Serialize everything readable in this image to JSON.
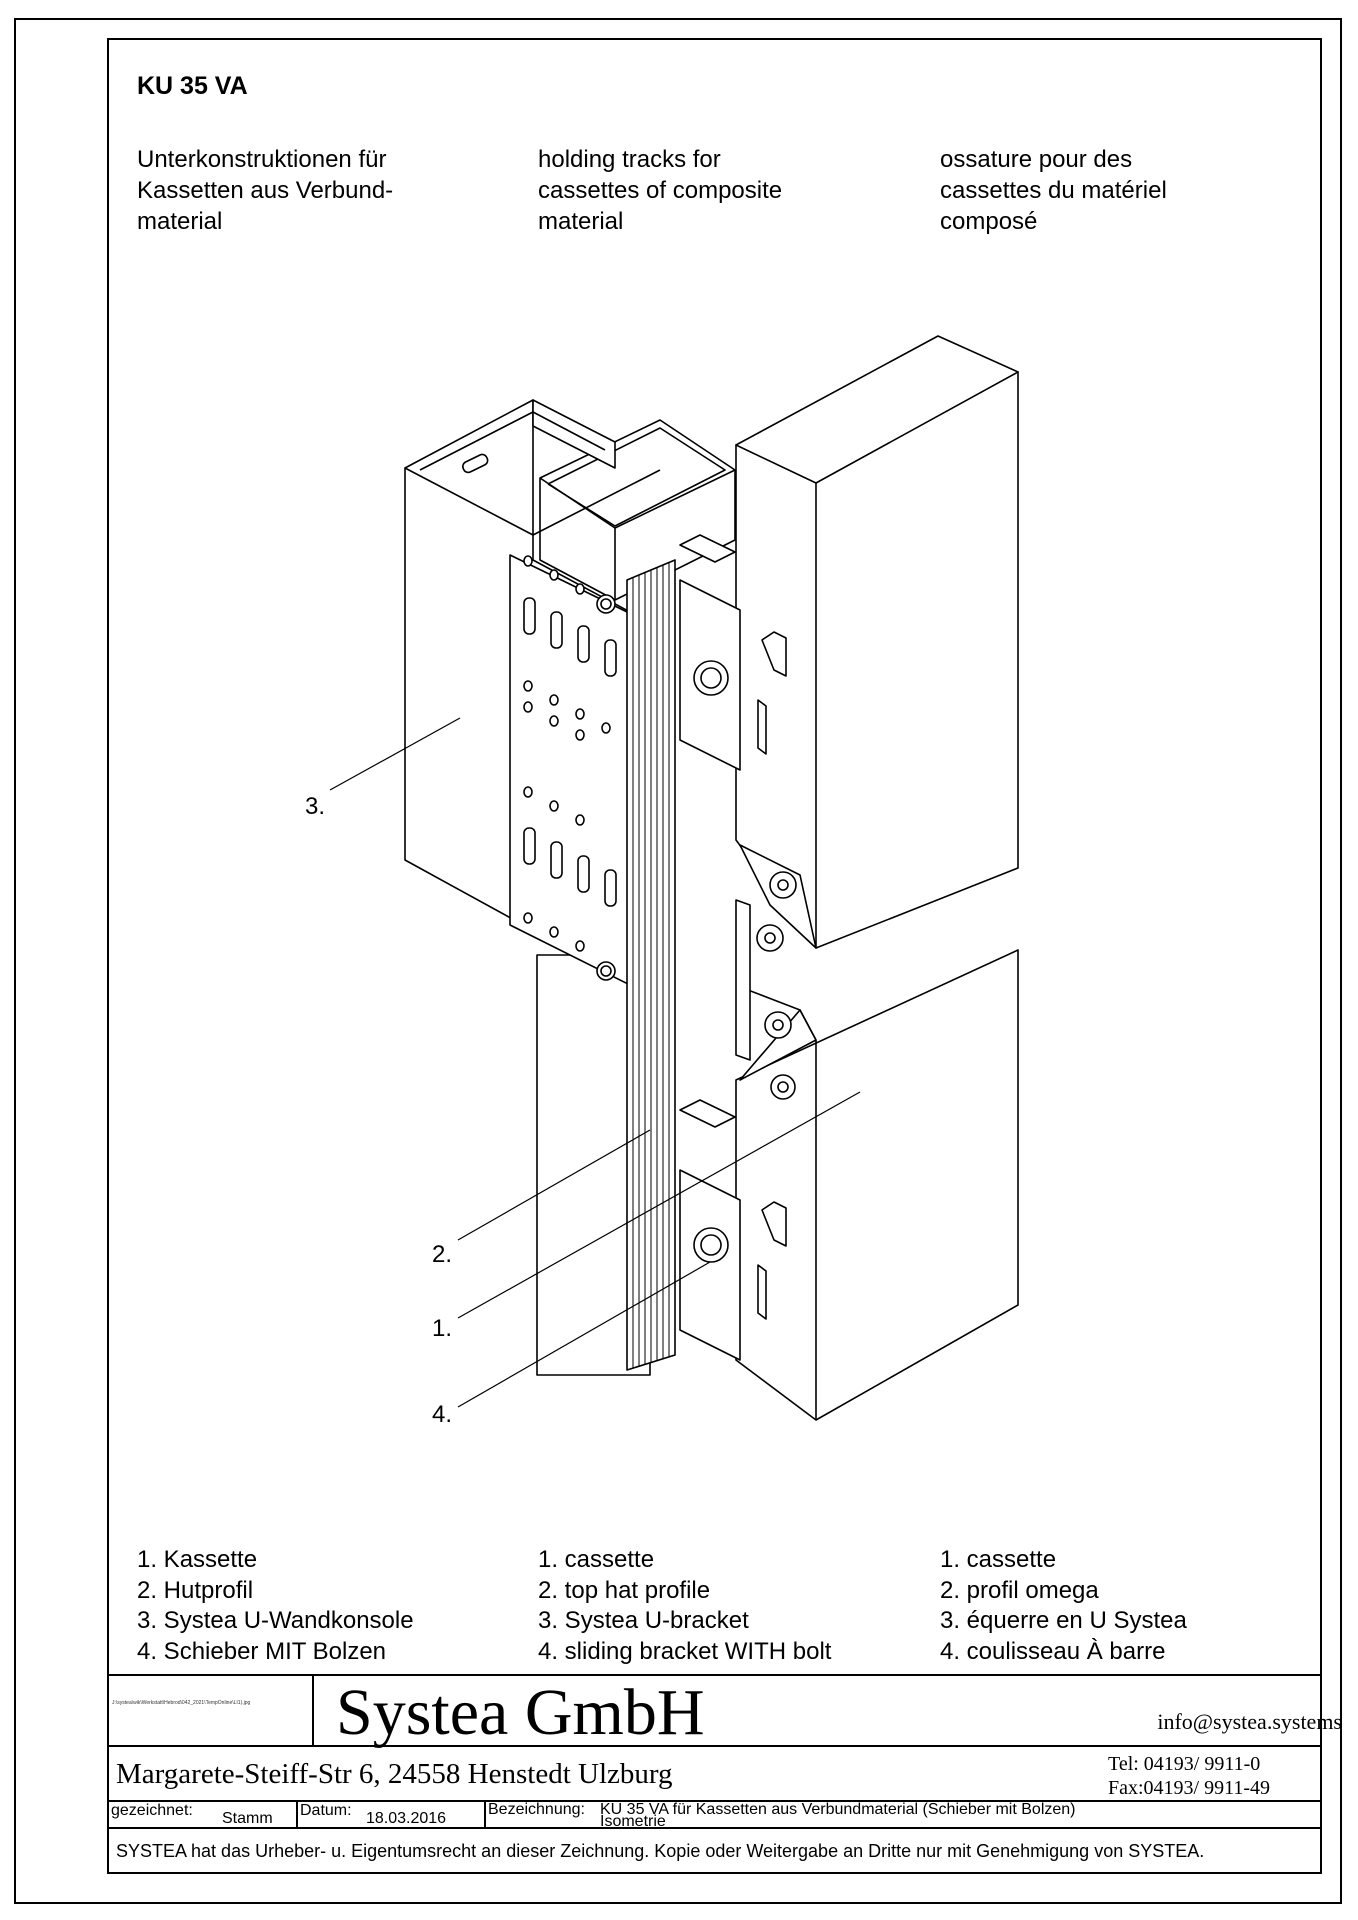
{
  "title": "KU 35 VA",
  "intro": {
    "de": "Unterkonstruktionen für\nKassetten aus Verbund-\nmaterial",
    "en": "holding tracks for\ncassettes of composite\nmaterial",
    "fr": "ossature pour des\ncassettes du matériel\ncomposé"
  },
  "callouts": [
    "3.",
    "2.",
    "1.",
    "4."
  ],
  "legend": {
    "de": [
      "1. Kassette",
      "2. Hutprofil",
      "3. Systea U-Wandkonsole",
      "4. Schieber MIT Bolzen"
    ],
    "en": [
      "1. cassette",
      "2. top hat profile",
      "3. Systea U-bracket",
      "4. sliding bracket WITH bolt"
    ],
    "fr": [
      "1. cassette",
      "2. profil omega",
      "3. équerre en U Systea",
      "4. coulisseau À barre"
    ]
  },
  "title_block": {
    "file_path": "J:\\systea\\wik\\Werkstatt\\Hebrod\\042_2021\\TempOnline\\LI1).jpg",
    "company": "Systea GmbH",
    "email": "info@systea.systems",
    "address": "Margarete-Steiff-Str 6, 24558 Henstedt Ulzburg",
    "tel": "Tel: 04193/ 9911-0",
    "fax": "Fax:04193/ 9911-49",
    "drawn_label": "gezeichnet:",
    "drawn_value": "Stamm",
    "date_label": "Datum:",
    "date_value": "18.03.2016",
    "designation_label": "Bezeichnung:",
    "designation_value_1": "KU 35 VA für Kassetten aus Verbundmaterial (Schieber mit Bolzen)",
    "designation_value_2": "Isometrie",
    "copyright": "SYSTEA hat das Urheber- u. Eigentumsrecht an dieser Zeichnung. Kopie oder Weitergabe an Dritte nur mit Genehmigung von SYSTEA."
  }
}
